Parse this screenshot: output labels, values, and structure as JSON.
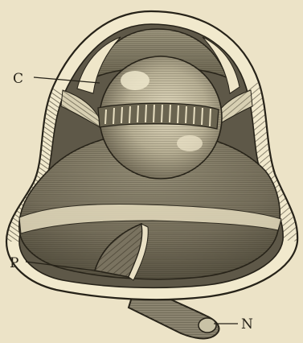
{
  "labels": {
    "c": "C",
    "p": "P",
    "n": "N"
  },
  "colors": {
    "paper": "#ece3c7",
    "ink": "#262218",
    "tone_dark": "#5e5848",
    "tone_mid": "#8b8470",
    "tone_light": "#c9c2a6"
  }
}
